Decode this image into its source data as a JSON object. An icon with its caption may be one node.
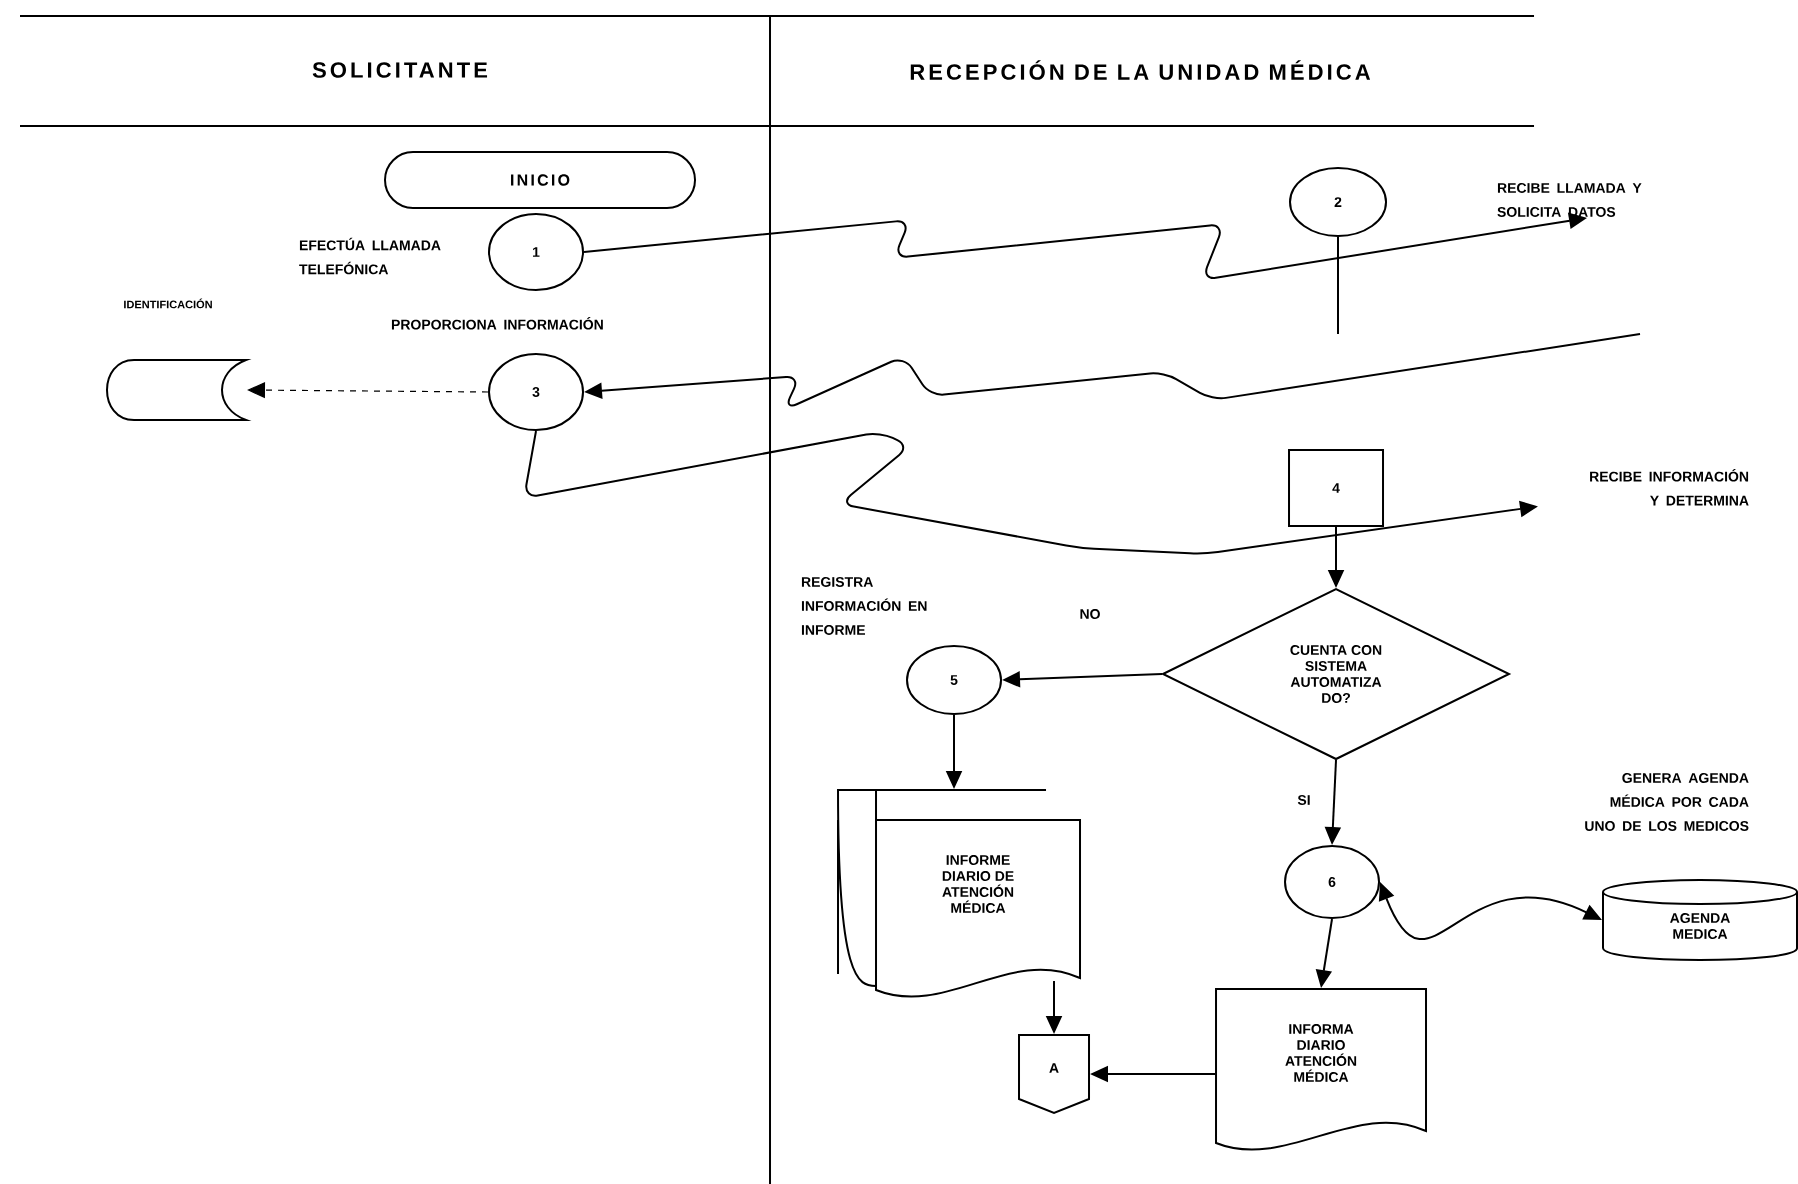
{
  "diagram": {
    "nodes": [
      {
        "text": [
          "INICIO"
        ]
      },
      {
        "text": [
          "1"
        ],
        "beside": [
          "EFECTÚA LLAMADA TELEFÓNICA"
        ]
      },
      {
        "text": [
          "2"
        ]
      },
      {
        "text": [
          "3"
        ],
        "beside": [
          "PROPORCIONA INFORMACIÓN"
        ]
      },
      {
        "text": [
          "IDENTIFICACIÓN"
        ]
      },
      {
        "text": [
          "4"
        ]
      },
      {
        "text": [
          "CUENTA CON SISTEMA AUTOMATIZA DO?"
        ]
      },
      {
        "text": [
          "5"
        ],
        "beside": [
          "REGISTRA INFORMACIÓN EN INFORME"
        ]
      },
      {
        "text": [
          "INFORME DIARIO DE ATENCIÓN MÉDICA"
        ]
      },
      {
        "text": [
          "6"
        ]
      },
      {
        "text": [
          "AGENDA MEDICA"
        ]
      },
      {
        "text": [
          "INFORMA DIARIO ATENCIÓN MÉDICA"
        ]
      },
      {
        "text": [
          "A"
        ]
      },
      {
        "text": [
          "RECIBE LLAMADA Y SOLICITA DATOS"
        ]
      },
      {
        "text": [
          "RECIBE INFORMACIÓN Y DETERMINA"
        ]
      }
    ],
    "edges": [
      {
        "from": 1,
        "to": 13,
        "arrow": "to"
      },
      {
        "from": 2,
        "to": null,
        "arrow": "none"
      },
      {
        "from": null,
        "to": 3,
        "arrow": "to"
      },
      {
        "from": 3,
        "to": 4,
        "arrow": "to",
        "style": "dashed"
      },
      {
        "from": 3,
        "to": 14,
        "arrow": "to"
      },
      {
        "from": 5,
        "to": 6,
        "arrow": "to"
      },
      {
        "from": 6,
        "to": 7,
        "arrow": "to",
        "label": "NO"
      },
      {
        "from": 7,
        "to": 8,
        "arrow": "to"
      },
      {
        "from": 6,
        "to": 9,
        "arrow": "to",
        "label": "SI"
      },
      {
        "from": 9,
        "to": 11,
        "arrow": "to"
      },
      {
        "from": 9,
        "to": 10,
        "arrow": "both"
      },
      {
        "from": 8,
        "to": 12,
        "arrow": "to"
      },
      {
        "from": 11,
        "to": 12,
        "arrow": "to"
      }
    ],
    "labels": [
      "SOLICITANTE",
      "RECEPCIÓN DE LA UNIDAD MÉDICA",
      "GENERA AGENDA MÉDICA POR CADA UNO DE LOS MEDICOS"
    ]
  }
}
